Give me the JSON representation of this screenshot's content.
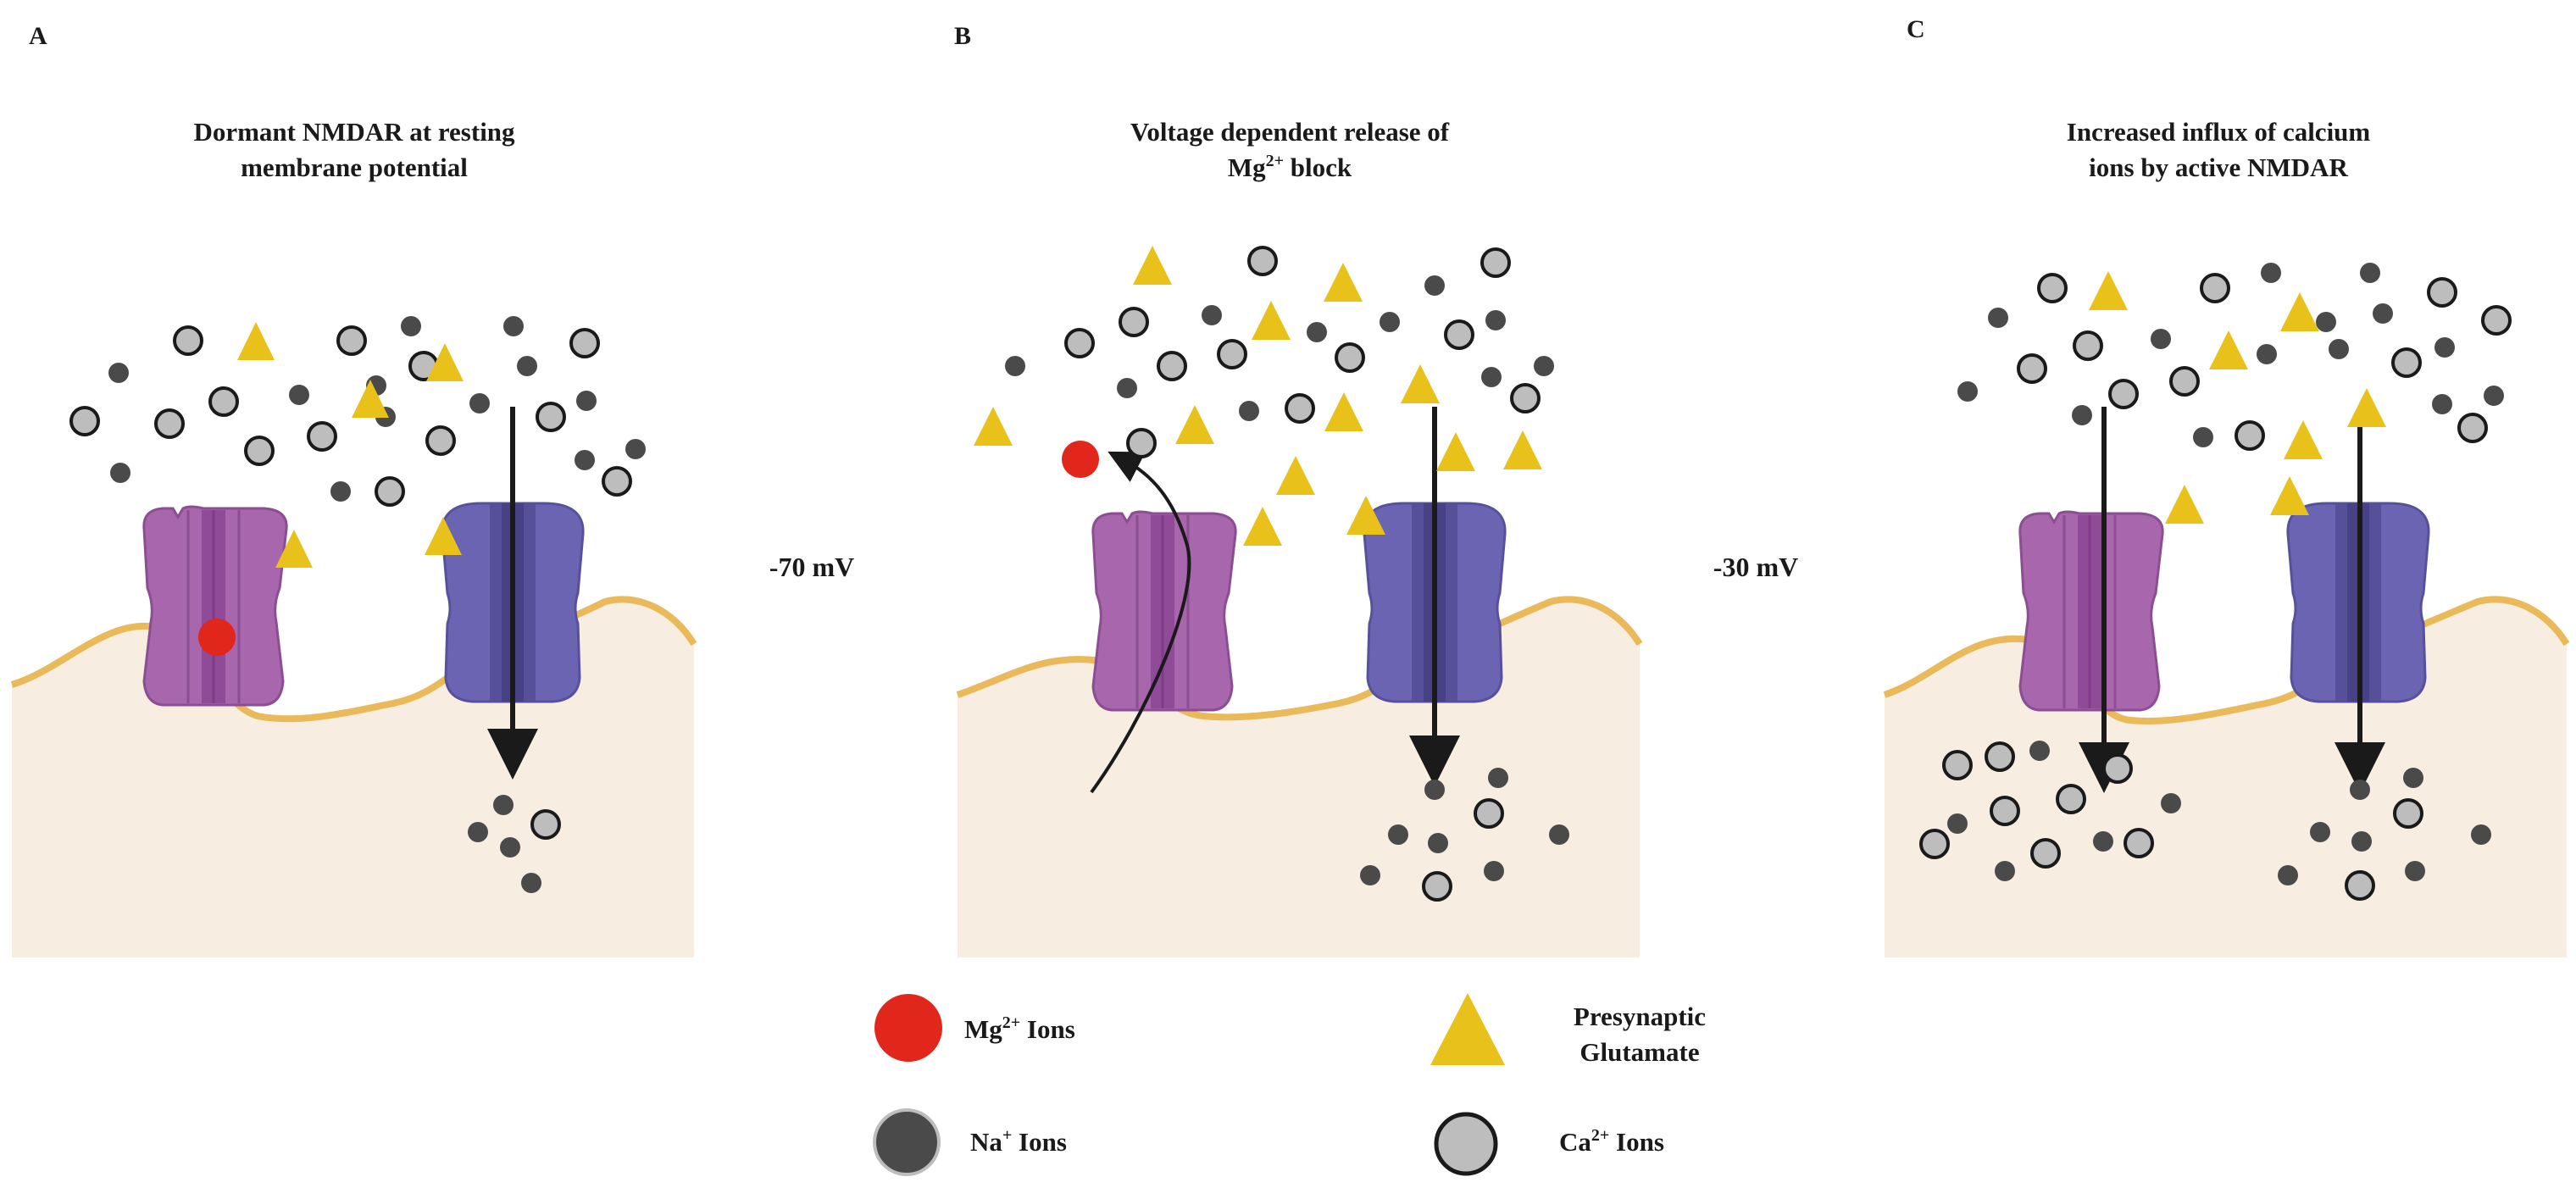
{
  "panels": [
    {
      "letter": "A",
      "title_line1": "Dormant NMDAR at resting",
      "title_line2": "membrane potential",
      "voltage": "-70 mV"
    },
    {
      "letter": "B",
      "title_line1": "Voltage dependent release of",
      "title_line2_base": "Mg",
      "title_line2_sup": "2+",
      "title_line2_rest": " block",
      "voltage": "-30 mV"
    },
    {
      "letter": "C",
      "title_line1": "Increased influx of calcium",
      "title_line2": "ions by active NMDAR"
    }
  ],
  "legend": {
    "mg": {
      "base": "Mg",
      "sup": "2+",
      "rest": " Ions"
    },
    "na": {
      "base": "Na",
      "sup": "+",
      "rest": " Ions"
    },
    "glutamate_line1": "Presynaptic",
    "glutamate_line2": "Glutamate",
    "ca": {
      "base": "Ca",
      "sup": "2+",
      "rest": " Ions"
    }
  },
  "colors": {
    "mg_ion": "#e1261c",
    "na_ion": "#4a4a4a",
    "ca_ion": "#bdbdbd",
    "glutamate": "#e8c21a",
    "nmdar": "#a867ad",
    "ampar": "#6a64b2",
    "cytoplasm": "#f7ede0",
    "membrane": "#e9b95a"
  }
}
